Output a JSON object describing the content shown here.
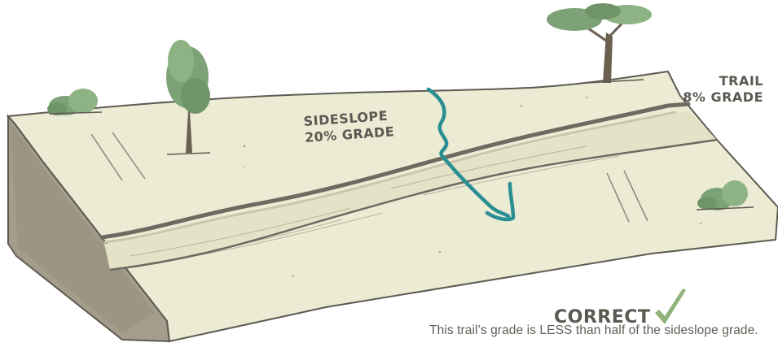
{
  "labels": {
    "sideslope_line1": "SIDESLOPE",
    "sideslope_line2": "20% GRADE",
    "trail_line1": "TRAIL",
    "trail_line2": "8% GRADE"
  },
  "verdict": {
    "text": "CORRECT",
    "icon": "checkmark-icon"
  },
  "caption": "This trail’s grade is LESS than half of the sideslope grade.",
  "colors": {
    "ground": "#ecebd3",
    "ground_side": "#a59d8c",
    "trail_edge": "#6d6a60",
    "arrow": "#2a8f93",
    "check": "#8fb37a",
    "tree": "#7ea277",
    "text": "#5a5a52"
  }
}
